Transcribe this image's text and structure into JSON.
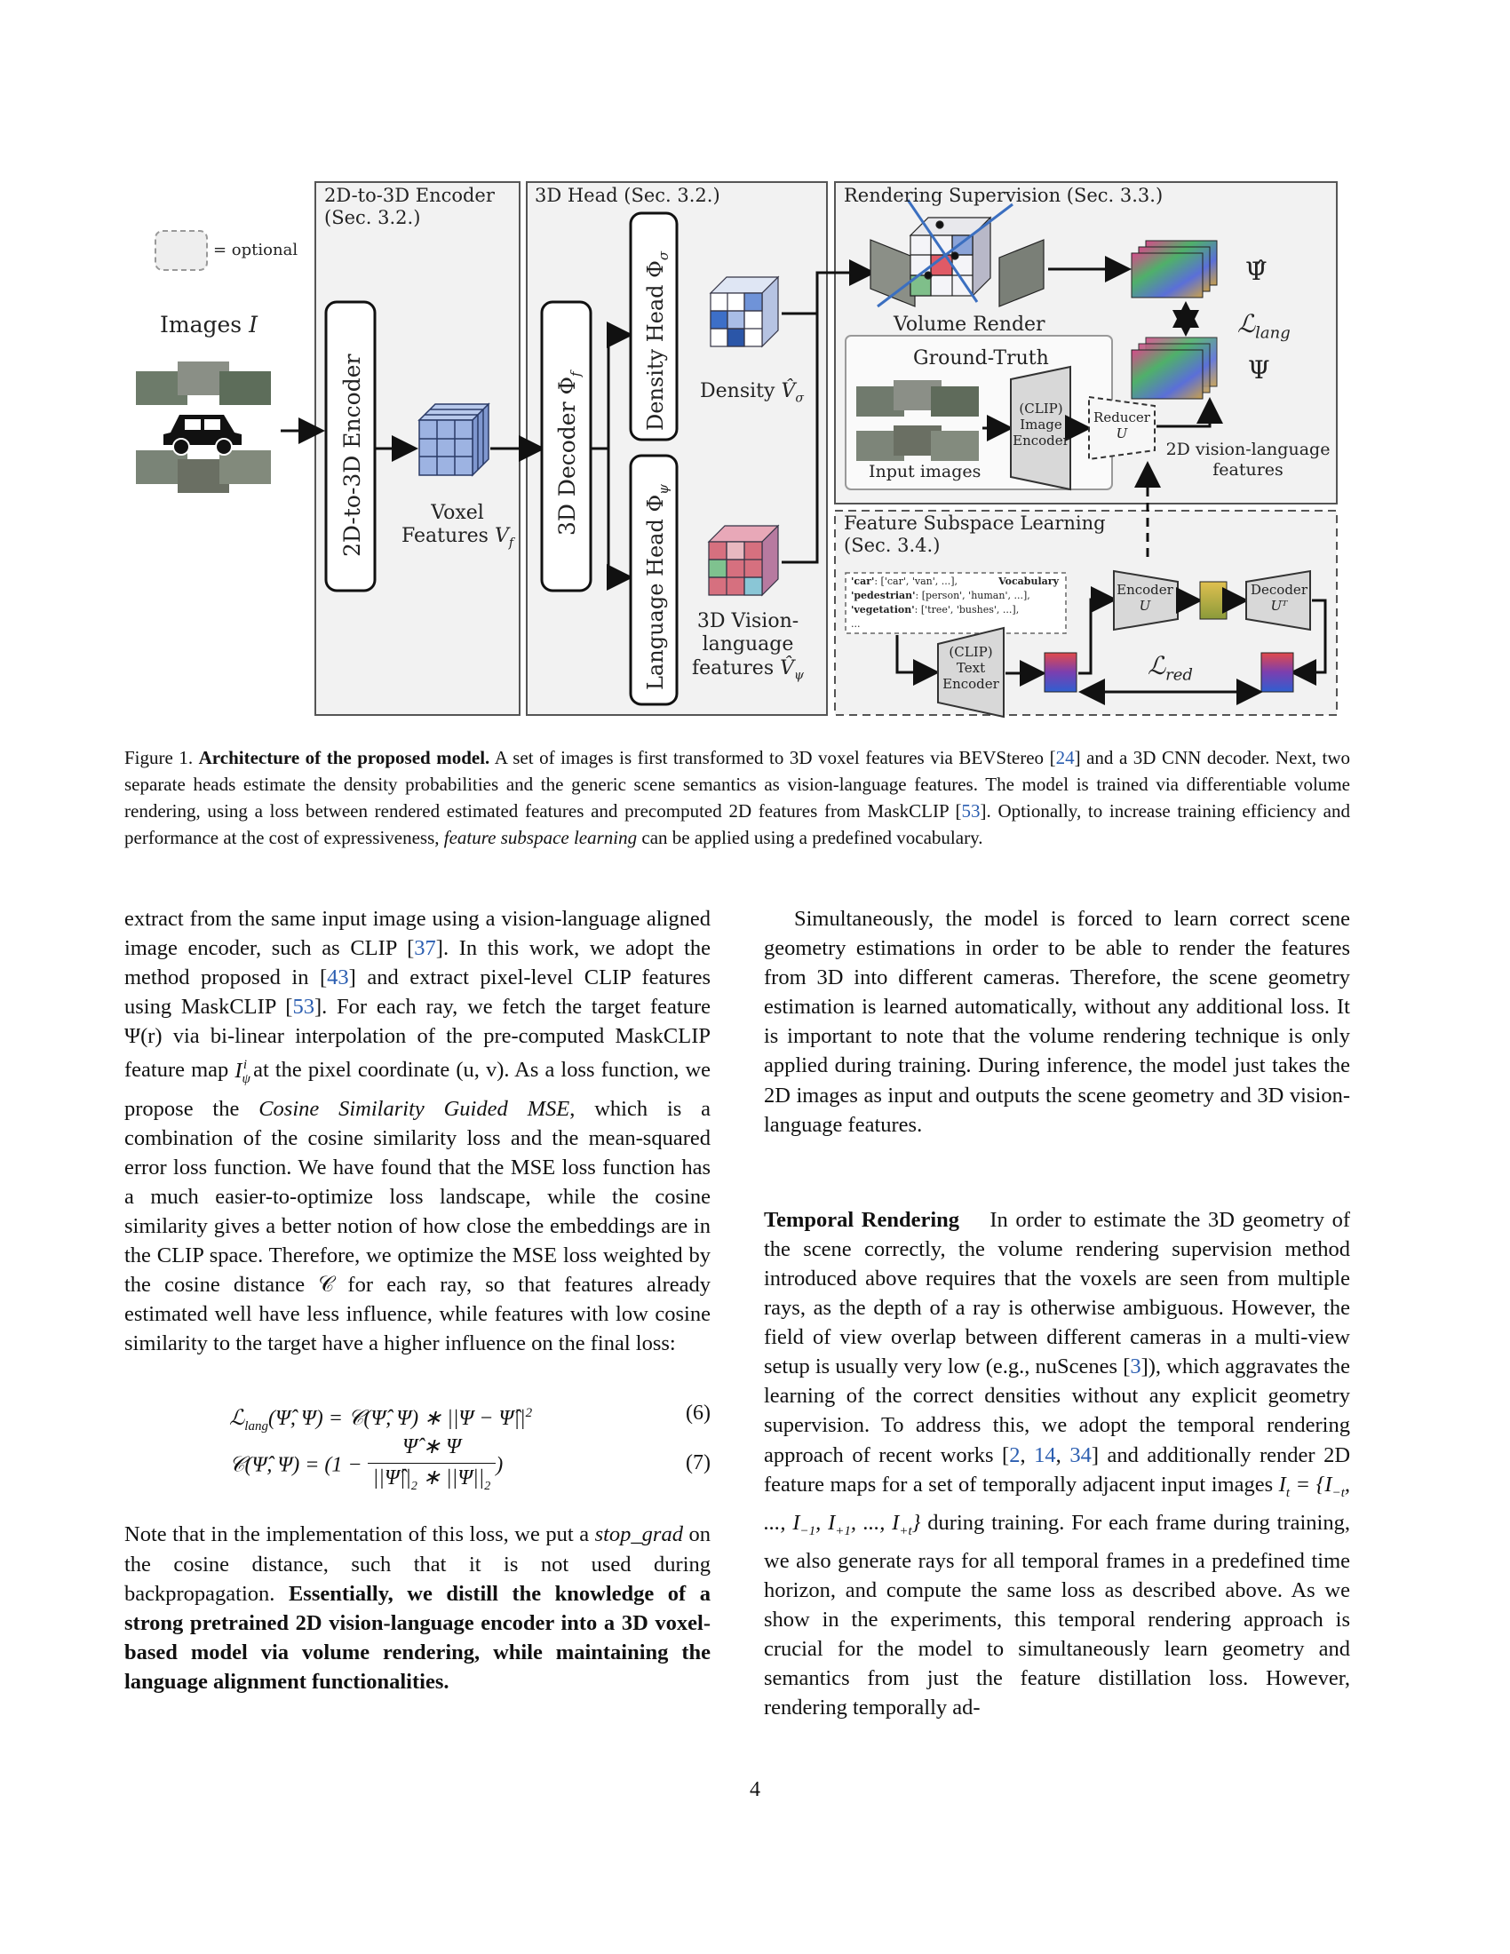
{
  "figure": {
    "legend_optional": "= optional",
    "images_label": "Images",
    "images_symbol": "I",
    "encoder_panel_title_line1": "2D-to-3D Encoder",
    "encoder_panel_title_line2": "(Sec. 3.2.)",
    "encoder_block_label": "2D-to-3D Encoder",
    "voxel_label_line1": "Voxel",
    "voxel_label_line2": "Features",
    "voxel_symbol": "V",
    "voxel_sub": "f",
    "head_panel_title": "3D Head (Sec. 3.2.)",
    "decoder_block_label": "3D Decoder Φ",
    "decoder_sub": "f",
    "density_head_label": "Density Head Φ",
    "density_head_sub": "σ",
    "language_head_label": "Language Head Φ",
    "language_head_sub": "ψ",
    "density_label": "Density",
    "density_symbol": "V̂",
    "density_sub": "σ",
    "vision_lang_line1": "3D Vision-",
    "vision_lang_line2": "language",
    "vision_lang_line3": "features",
    "vision_lang_symbol": "V̂",
    "vision_lang_sub": "ψ",
    "render_panel_title": "Rendering Supervision (Sec. 3.3.)",
    "volume_render_label": "Volume Render",
    "psi_hat": "Ψ̂",
    "psi": "Ψ",
    "loss_lang": "ℒ",
    "loss_lang_sub": "lang",
    "ground_truth_label": "Ground-Truth",
    "input_images_label": "Input images",
    "clip_image_encoder": [
      "(CLIP)",
      "Image",
      "Encoder"
    ],
    "reducer_label": "Reducer",
    "reducer_symbol": "U",
    "vl2d_line1": "2D vision-language",
    "vl2d_line2": "features",
    "subspace_title_line1": "Feature Subspace Learning",
    "subspace_title_line2": "(Sec. 3.4.)",
    "vocab_title": "Vocabulary",
    "vocab_lines": [
      {
        "key": "'car'",
        "val": ": ['car', 'van', ...],"
      },
      {
        "key": "'pedestrian'",
        "val": ": [person', 'human', ...],"
      },
      {
        "key": "'vegetation'",
        "val": ": ['tree', 'bushes', ...],"
      },
      {
        "key": "",
        "val": "..."
      }
    ],
    "clip_text_encoder": [
      "(CLIP)",
      "Text",
      "Encoder"
    ],
    "encoder_u": "Encoder",
    "encoder_u_sym": "U",
    "decoder_ut": "Decoder",
    "decoder_ut_sym": "Uᵀ",
    "loss_red": "ℒ",
    "loss_red_sub": "red",
    "colors": {
      "panel_bg": "#f2f2f2",
      "voxel_blue": "#8fa9d8",
      "accent_blue": "#3b6fc0"
    }
  },
  "caption": {
    "prefix": "Figure 1.",
    "title": "Architecture of the proposed model.",
    "t1": "A set of images is first transformed to 3D voxel features via BEVStereo [",
    "r1": "24",
    "t2": "] and a 3D CNN decoder. Next, two separate heads estimate the density probabilities and the generic scene semantics as vision-language features. The model is trained via differentiable volume rendering, using a loss between rendered estimated features and precomputed 2D features from MaskCLIP [",
    "r2": "53",
    "t3": "]. Optionally, to increase training efficiency and performance at the cost of expressiveness,",
    "t3_it": "feature subspace learning",
    "t4": "can be applied using a predefined vocabulary."
  },
  "left": {
    "p1a": "extract from the same input image using a vision-language aligned image encoder, such as CLIP [",
    "r37": "37",
    "p1b": "]. In this work, we adopt the method proposed in [",
    "r43": "43",
    "p1c": "] and extract pixel-level CLIP features using MaskCLIP [",
    "r53": "53",
    "p1d": "]. For each ray, we fetch the target feature Ψ(r) via bi-linear interpolation of the pre-computed MaskCLIP feature map",
    "p1e": "at the pixel coordinate (u, v). As a loss function, we propose the",
    "p1_it": "Cosine Similarity Guided MSE",
    "p1f": ", which is a combination of the cosine similarity loss and the mean-squared error loss function. We have found that the MSE loss function has a much easier-to-optimize loss landscape, while the cosine similarity gives a better notion of how close the embeddings are in the CLIP space. Therefore, we optimize the MSE loss weighted by the cosine distance 𝒞 for each ray, so that features already estimated well have less influence, while features with low cosine similarity to the target have a higher influence on the final loss:",
    "eq6_num": "(6)",
    "eq7_num": "(7)",
    "p2a": "Note that in the implementation of this loss, we put a",
    "p2_it": "stop_grad",
    "p2b": "on the cosine distance, such that it is not used during backpropagation.",
    "p2_bold": "Essentially, we distill the knowledge of a strong pretrained 2D vision-language encoder into a 3D voxel-based model via volume rendering, while maintaining the language alignment functionalities."
  },
  "right": {
    "p1": "Simultaneously, the model is forced to learn correct scene geometry estimations in order to be able to render the features from 3D into different cameras. Therefore, the scene geometry estimation is learned automatically, without any additional loss. It is important to note that the volume rendering technique is only applied during training. During inference, the model just takes the 2D images as input and outputs the scene geometry and 3D vision-language features.",
    "heading": "Temporal Rendering",
    "p2a": "In order to estimate the 3D geometry of the scene correctly, the volume rendering supervision method introduced above requires that the voxels are seen from multiple rays, as the depth of a ray is otherwise ambiguous. However, the field of view overlap between different cameras in a multi-view setup is usually very low (e.g., nuScenes [",
    "r3": "3",
    "p2b": "]), which aggravates the learning of the correct densities without any explicit geometry supervision. To address this, we adopt the temporal rendering approach of recent works [",
    "r2": "2",
    "r14": "14",
    "r34": "34",
    "p2c": "] and additionally render 2D feature maps for a set of temporally adjacent input images",
    "p2d": "during training. For each frame during training, we also generate rays for all temporal frames in a predefined time horizon, and compute the same loss as described above. As we show in the experiments, this temporal rendering approach is crucial for the model to simultaneously learn geometry and semantics from just the feature distillation loss. However, rendering temporally ad-"
  },
  "page_number": "4"
}
